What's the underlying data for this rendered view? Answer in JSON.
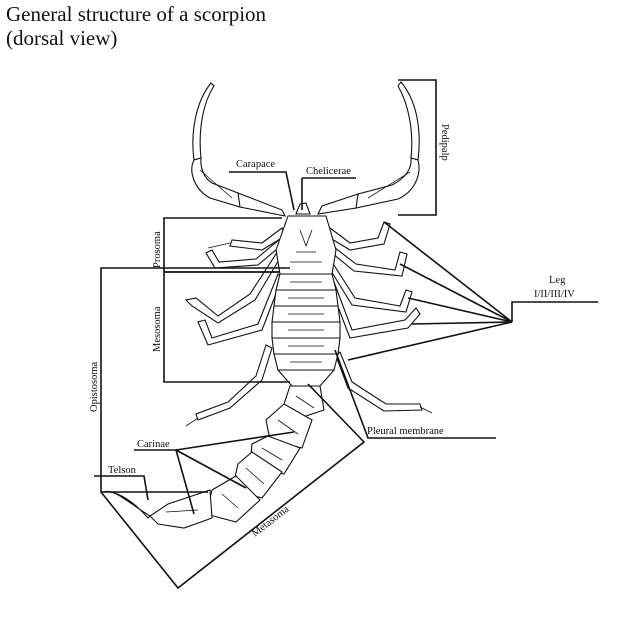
{
  "title": {
    "line1": "General structure of a scorpion",
    "line2": "(dorsal view)"
  },
  "labels": {
    "pedipalp": "Pedipalp",
    "carapace": "Carapace",
    "chelicerae": "Chelicerae",
    "prosoma": "Prosoma",
    "mesosoma": "Mesosoma",
    "opistosoma": "Opistosoma",
    "leg": "Leg",
    "leg_numbers": "I/II/III/IV",
    "pleural_membrane": "Pleural membrane",
    "carinae": "Carinae",
    "telson": "Telson",
    "metasoma": "Metasoma"
  },
  "colors": {
    "ink": "#111111",
    "background": "#ffffff"
  }
}
